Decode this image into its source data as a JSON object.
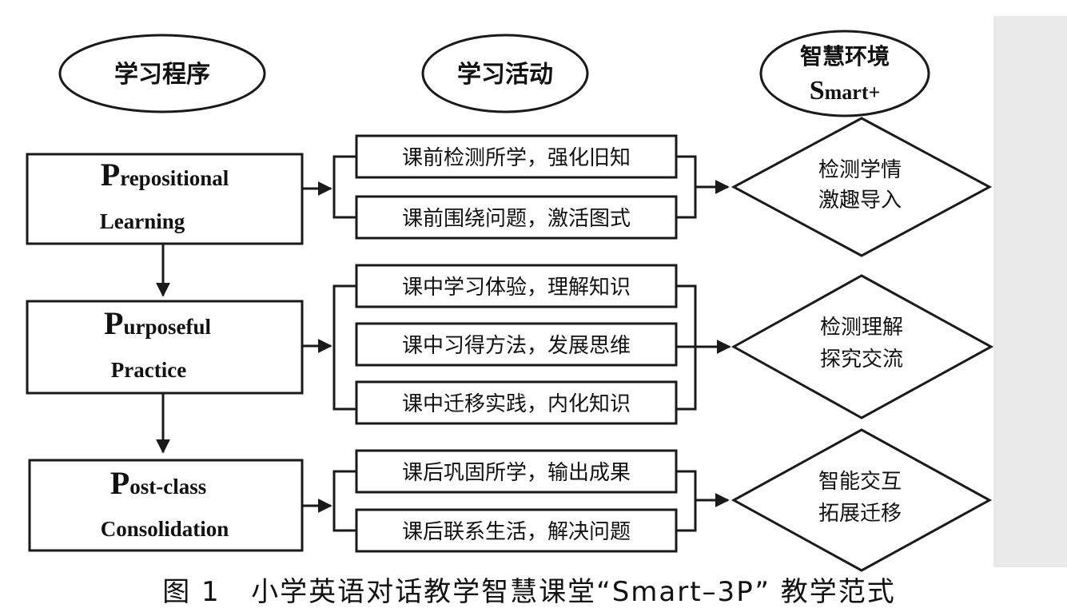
{
  "headers": {
    "procedure": "学习程序",
    "activities": "学习活动",
    "environment_line1": "智慧环境",
    "environment_line2_initial": "S",
    "environment_line2_rest": "mart+"
  },
  "phases": [
    {
      "initial1": "P",
      "rest1": "repositional",
      "line2": "Learning",
      "activities": [
        "课前检测所学，强化旧知",
        "课前围绕问题，激活图式"
      ],
      "outcome": [
        "检测学情",
        "激趣导入"
      ]
    },
    {
      "initial1": "P",
      "rest1": "urposeful",
      "line2": "Practice",
      "activities": [
        "课中学习体验，理解知识",
        "课中习得方法，发展思维",
        "课中迁移实践，内化知识"
      ],
      "outcome": [
        "检测理解",
        "探究交流"
      ]
    },
    {
      "initial1": "P",
      "rest1": "ost-class",
      "line2": "Consolidation",
      "activities": [
        "课后巩固所学，输出成果",
        "课后联系生活，解决问题"
      ],
      "outcome": [
        "智能交互",
        "拓展迁移"
      ]
    }
  ],
  "caption": "图 1   小学英语对话教学智慧课堂“Smart–3P” 教学范式"
}
